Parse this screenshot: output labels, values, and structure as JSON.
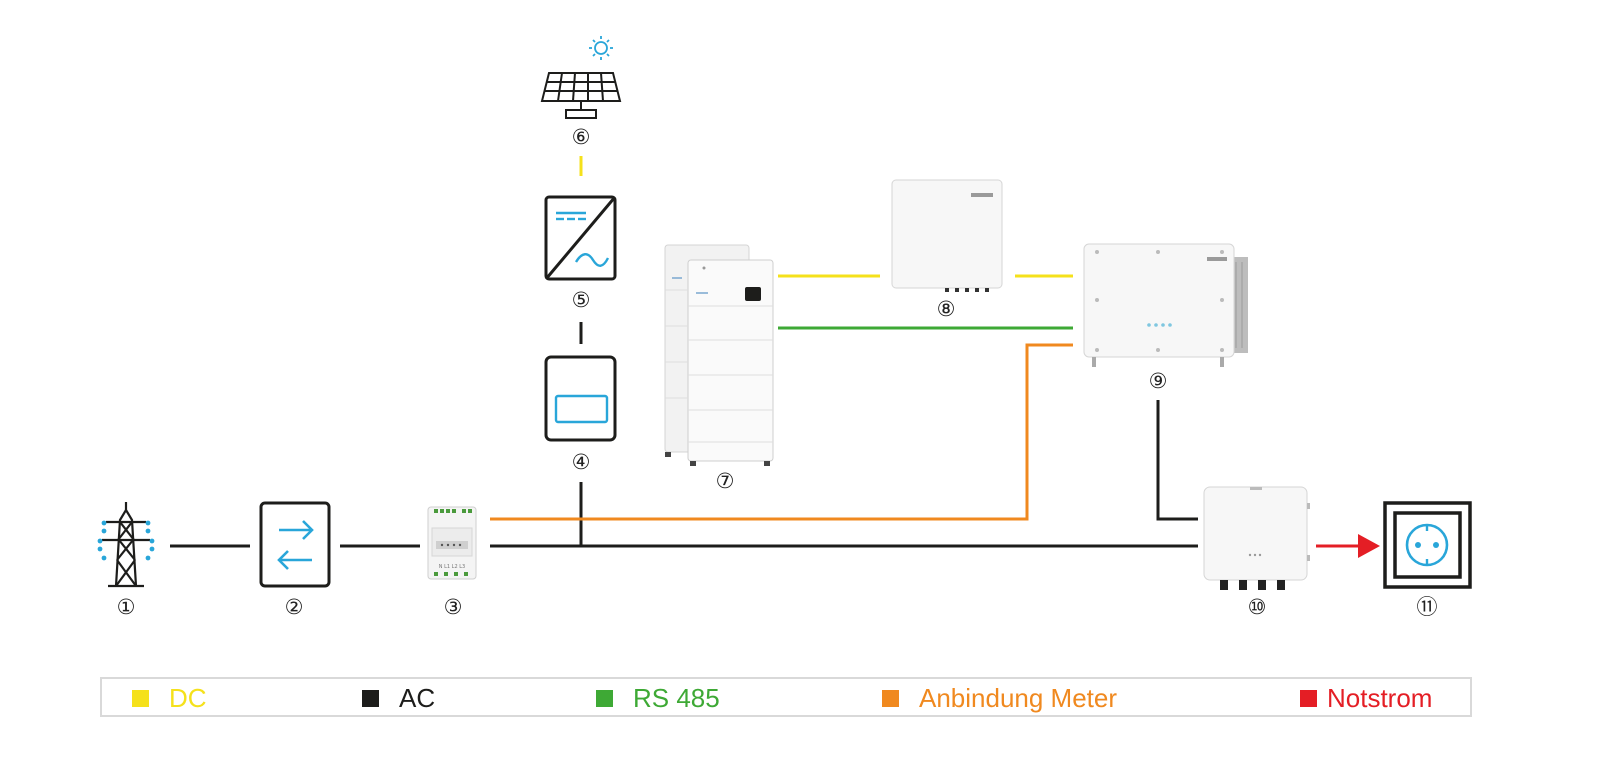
{
  "colors": {
    "dc": "#f5e11b",
    "ac": "#1d1d1b",
    "rs485": "#3ea935",
    "meter": "#f0891f",
    "notstrom": "#e41e25",
    "icon_blue": "#29a6d9"
  },
  "components": [
    {
      "id": "1",
      "icon": "power-pylon-icon"
    },
    {
      "id": "2",
      "icon": "bidirectional-meter-icon"
    },
    {
      "id": "3",
      "icon": "din-rail-meter-icon"
    },
    {
      "id": "4",
      "icon": "ac-inverter-icon"
    },
    {
      "id": "5",
      "icon": "dc-ac-inverter-icon"
    },
    {
      "id": "6",
      "icon": "solar-panel-icon"
    },
    {
      "id": "7",
      "icon": "battery-stack-icon"
    },
    {
      "id": "8",
      "icon": "dc-charger-icon"
    },
    {
      "id": "9",
      "icon": "hybrid-inverter-icon"
    },
    {
      "id": "10",
      "icon": "backup-box-icon"
    },
    {
      "id": "11",
      "icon": "power-socket-icon"
    }
  ],
  "numbers": {
    "n1": "①",
    "n2": "②",
    "n3": "③",
    "n4": "④",
    "n5": "⑤",
    "n6": "⑥",
    "n7": "⑦",
    "n8": "⑧",
    "n9": "⑨",
    "n10": "⑩",
    "n11": "⑪"
  },
  "meter_terminals": "N  L1  L2  L3",
  "legend": [
    {
      "key": "dc",
      "label": "DC"
    },
    {
      "key": "ac",
      "label": "AC"
    },
    {
      "key": "rs485",
      "label": "RS 485"
    },
    {
      "key": "meter",
      "label": "Anbindung Meter"
    },
    {
      "key": "notstrom",
      "label": "Notstrom"
    }
  ]
}
